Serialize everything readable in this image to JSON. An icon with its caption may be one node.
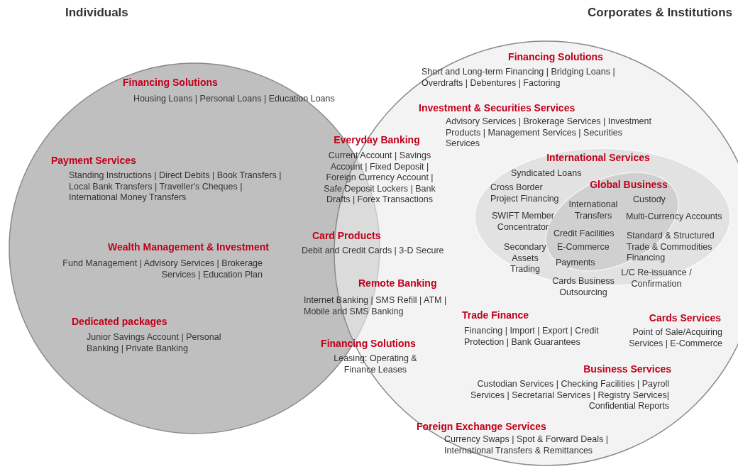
{
  "diagram": {
    "nodes": [
      {
        "text": [
          "Individuals",
          "Financing Solutions",
          "Housing Loans | Personal Loans | Education Loans",
          "Payment Services",
          "Standing Instructions | Direct Debits | Book Transfers | Local Bank Transfers | Traveller's Cheques | International Money Transfers",
          "Wealth Management & Investment",
          "Fund Management | Advisory Services | Brokerage Services | Education Plan",
          "Dedicated packages",
          "Junior Savings Account | Personal Banking | Private Banking"
        ]
      },
      {
        "text": [
          "Corporates & Institutions",
          "Financing Solutions",
          "Short and Long-term Financing | Bridging Loans | Overdrafts | Debentures | Factoring",
          "Investment & Securities Services",
          "Advisory Services | Brokerage Services | Investment Products | Management Services | Securities Services",
          "Trade Finance",
          "Financing | Import | Export | Credit Protection | Bank Guarantees",
          "Cards Services",
          "Point of Sale/Acquiring Services | E-Commerce",
          "Business Services",
          "Custodian Services | Checking Facilities | Payroll Services | Secretarial Services | Registry Services| Confidential Reports",
          "Foreign Exchange Services",
          "Currency Swaps | Spot & Forward Deals | International Transfers & Remittances"
        ]
      },
      {
        "text": [
          "International Services",
          "Syndicated Loans",
          "Cross Border Project Financing",
          "SWIFT Member Concentrator",
          "Standard & Structured Trade & Commodities Financing",
          "Secondary Assets Trading",
          "L/C Re-issuance / Confirmation",
          "Cards Business Outsourcing"
        ],
        "in": 1
      },
      {
        "text": [
          "Global Business",
          "Custody",
          "International Transfers",
          "Multi-Currency Accounts",
          "Credit Facilities",
          "E-Commerce",
          "Payments"
        ],
        "in": 2
      }
    ],
    "labels": [
      "Everyday Banking",
      "Current Account | Savings Account | Fixed Deposit | Foreign Currency Account | Safe Deposit Lockers | Bank Drafts | Forex Transactions",
      "Card Products",
      "Debit and Credit Cards | 3-D Secure",
      "Remote Banking",
      "Internet Banking | SMS Refill | ATM | Mobile and SMS Banking",
      "Financing Solutions",
      "Leasing: Operating & Finance Leases"
    ]
  }
}
